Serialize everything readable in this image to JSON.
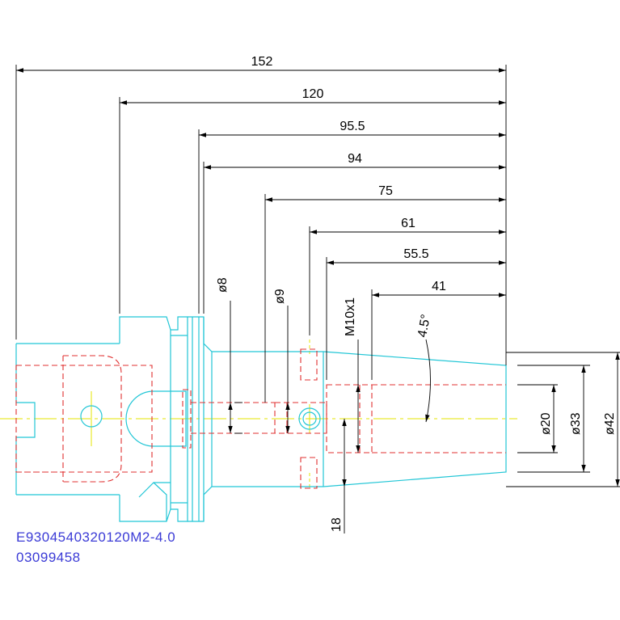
{
  "colors": {
    "outline": "#22c6d6",
    "hidden": "#e03030",
    "center": "#e6e600",
    "dimension": "#000000",
    "caption": "#3b3bd6"
  },
  "dimensions": {
    "d152": "152",
    "d120": "120",
    "d95_5": "95.5",
    "d94": "94",
    "d75": "75",
    "d61": "61",
    "d55_5": "55.5",
    "d41": "41",
    "dia8": "ø8",
    "dia9": "ø9",
    "thread": "M10x1",
    "angle": "4.5°",
    "dia20": "ø20",
    "dia33": "ø33",
    "dia42": "ø42",
    "d18": "18"
  },
  "caption": {
    "part_number": "E9304540320120M2-4.0",
    "code": "03099458"
  }
}
